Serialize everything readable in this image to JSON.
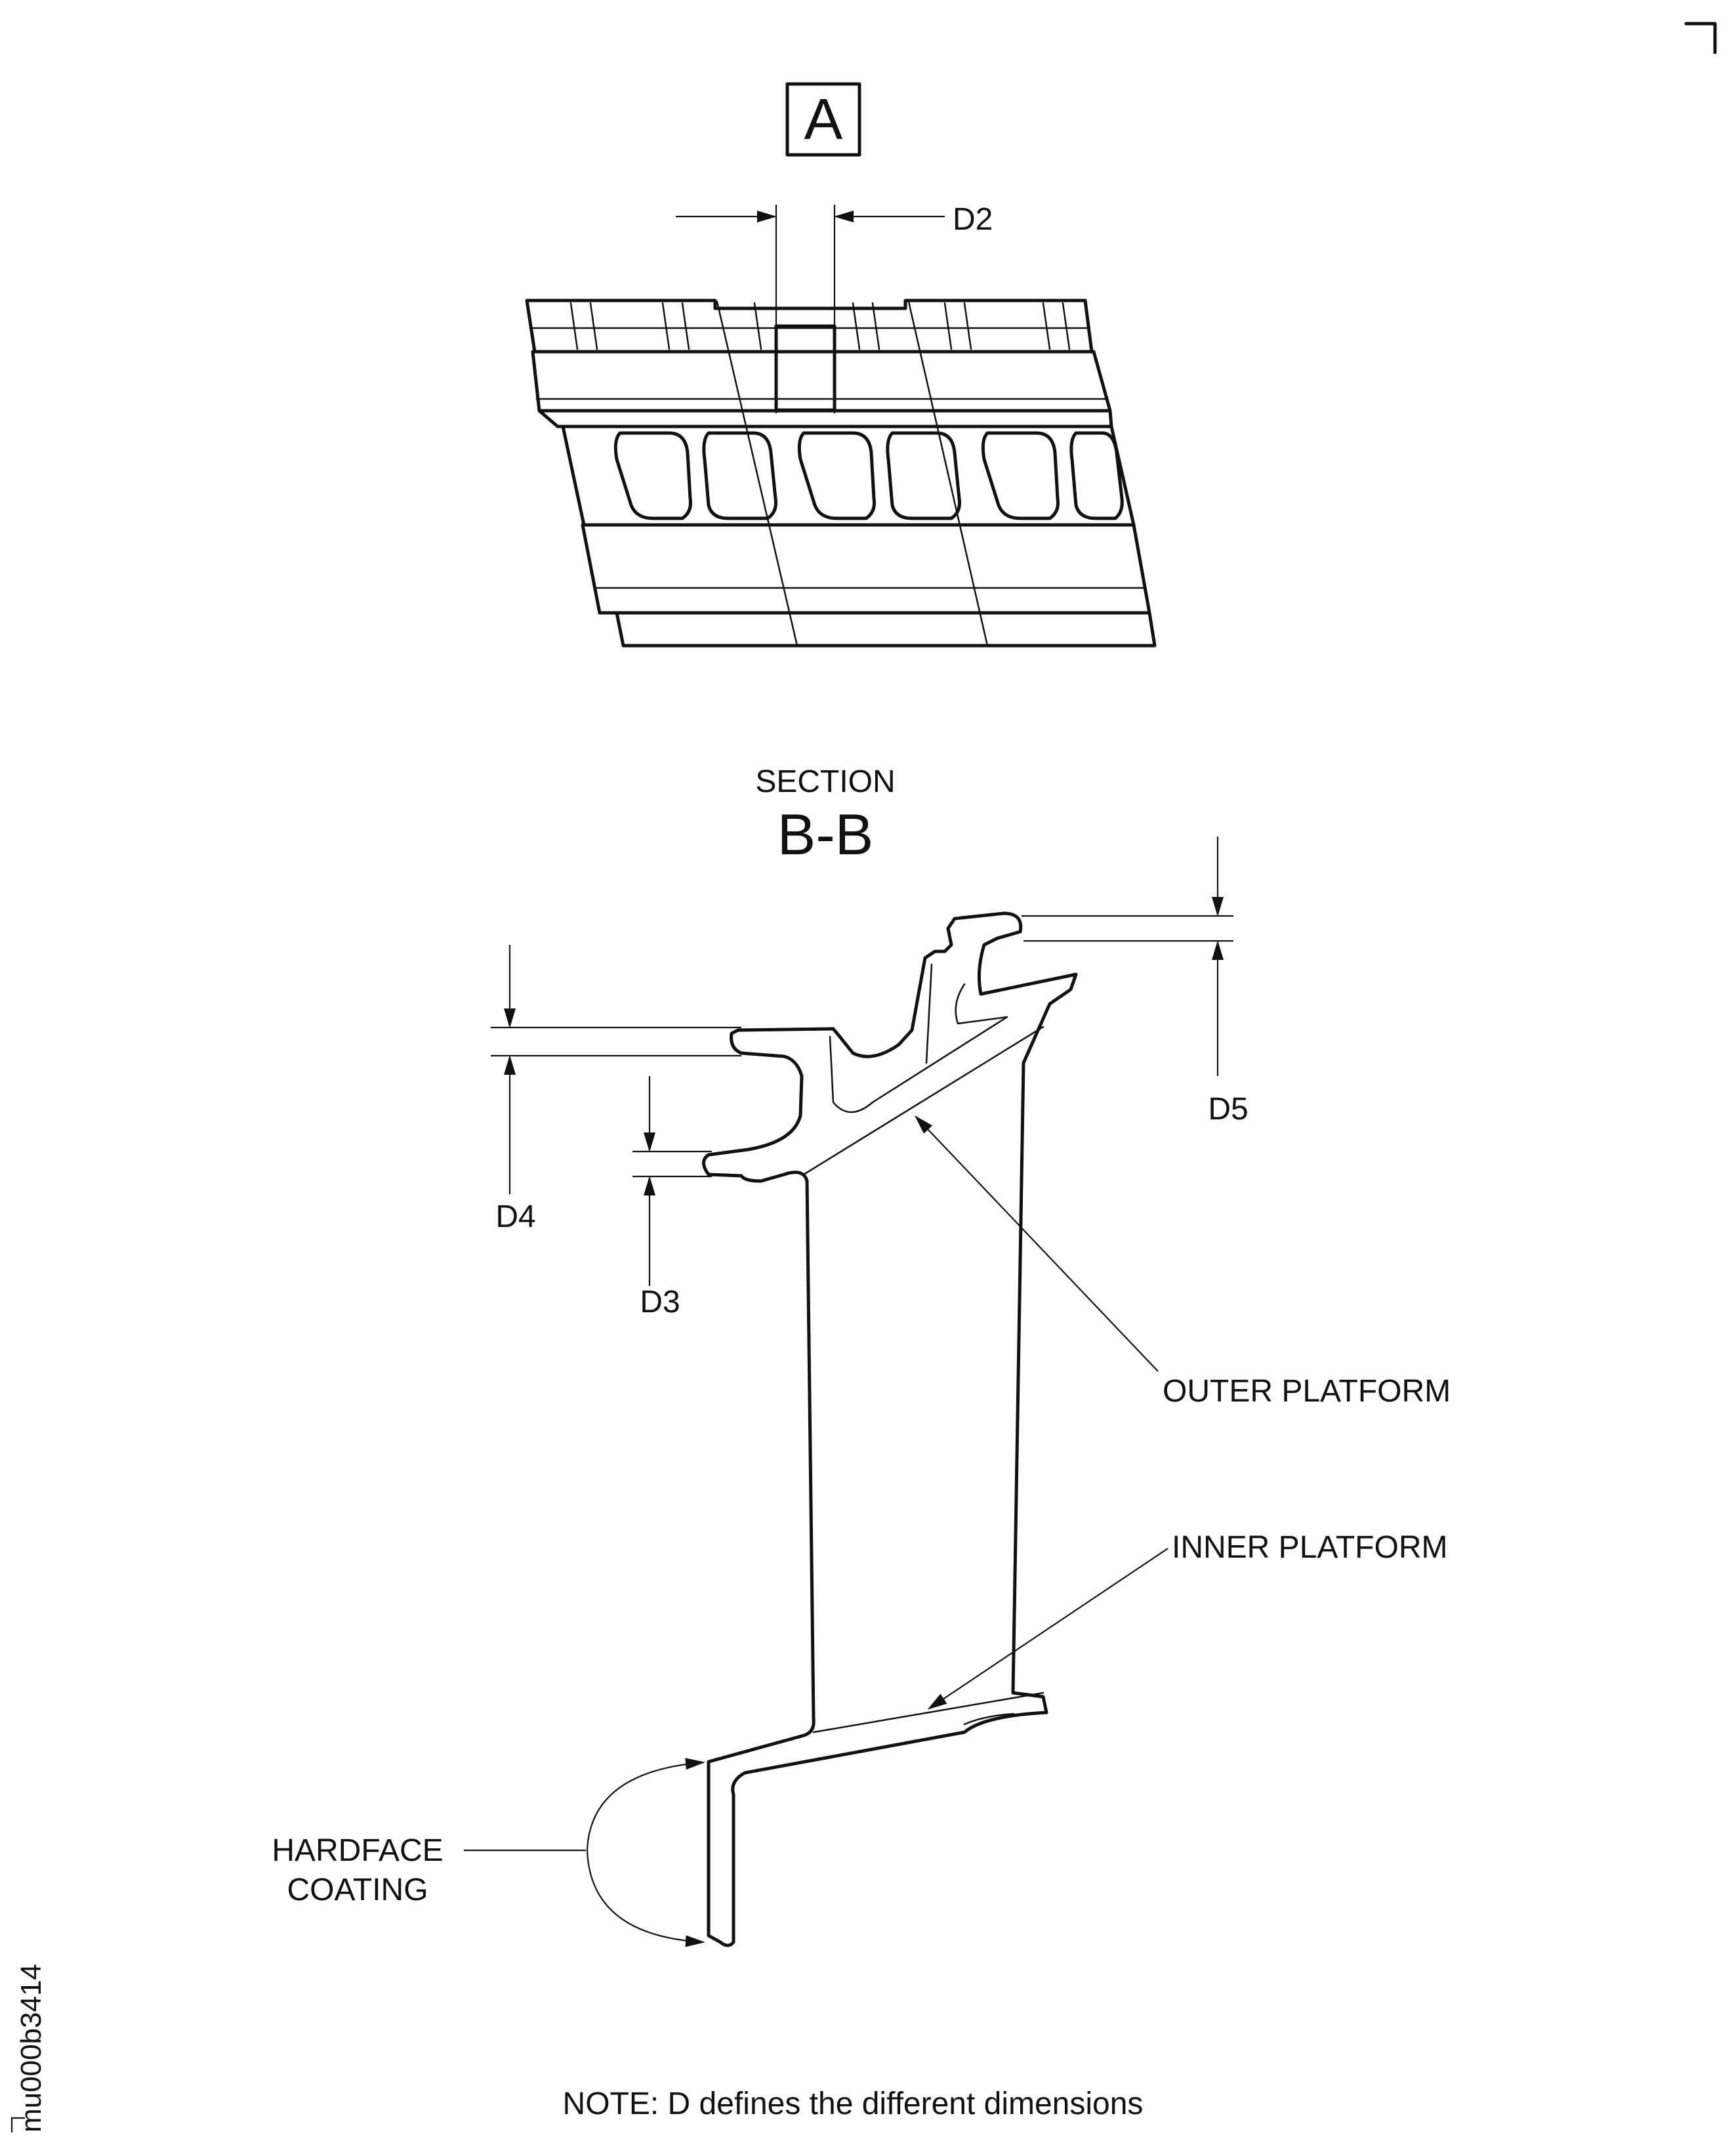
{
  "view_label": "A",
  "section": {
    "word": "SECTION",
    "name": "B-B"
  },
  "dimensions": {
    "d2": "D2",
    "d3": "D3",
    "d4": "D4",
    "d5": "D5"
  },
  "callouts": {
    "outer_platform": "OUTER PLATFORM",
    "inner_platform": "INNER PLATFORM",
    "hardface_line1": "HARDFACE",
    "hardface_line2": "COATING"
  },
  "note": "NOTE: D defines the different dimensions",
  "figure_id": "mu000b3414"
}
